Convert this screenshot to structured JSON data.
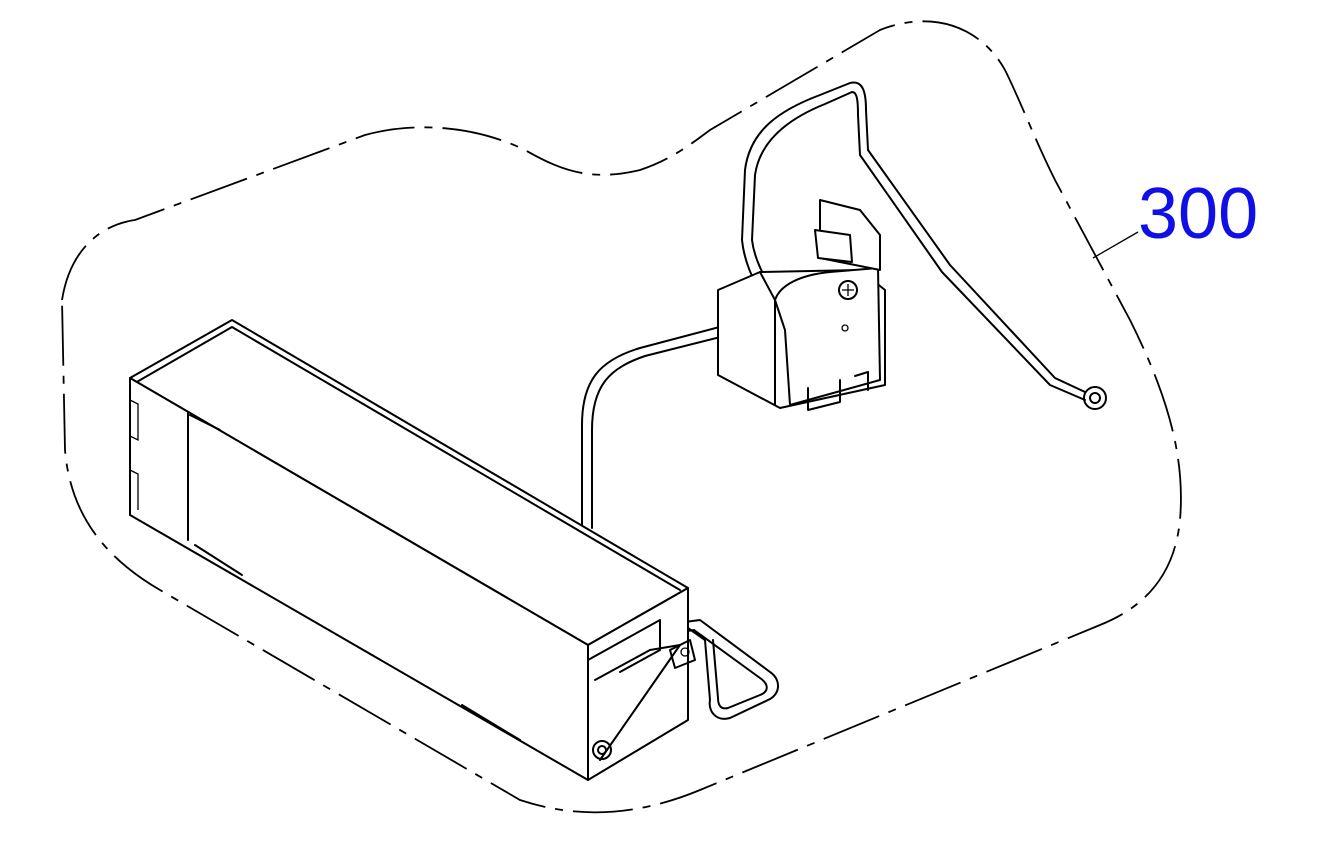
{
  "diagram": {
    "callout_label": "300",
    "callout_color": "#1010e6",
    "parts": [
      "power-supply-unit-box",
      "solenoid-switch",
      "wire-harness",
      "ground-ring-terminal"
    ]
  }
}
